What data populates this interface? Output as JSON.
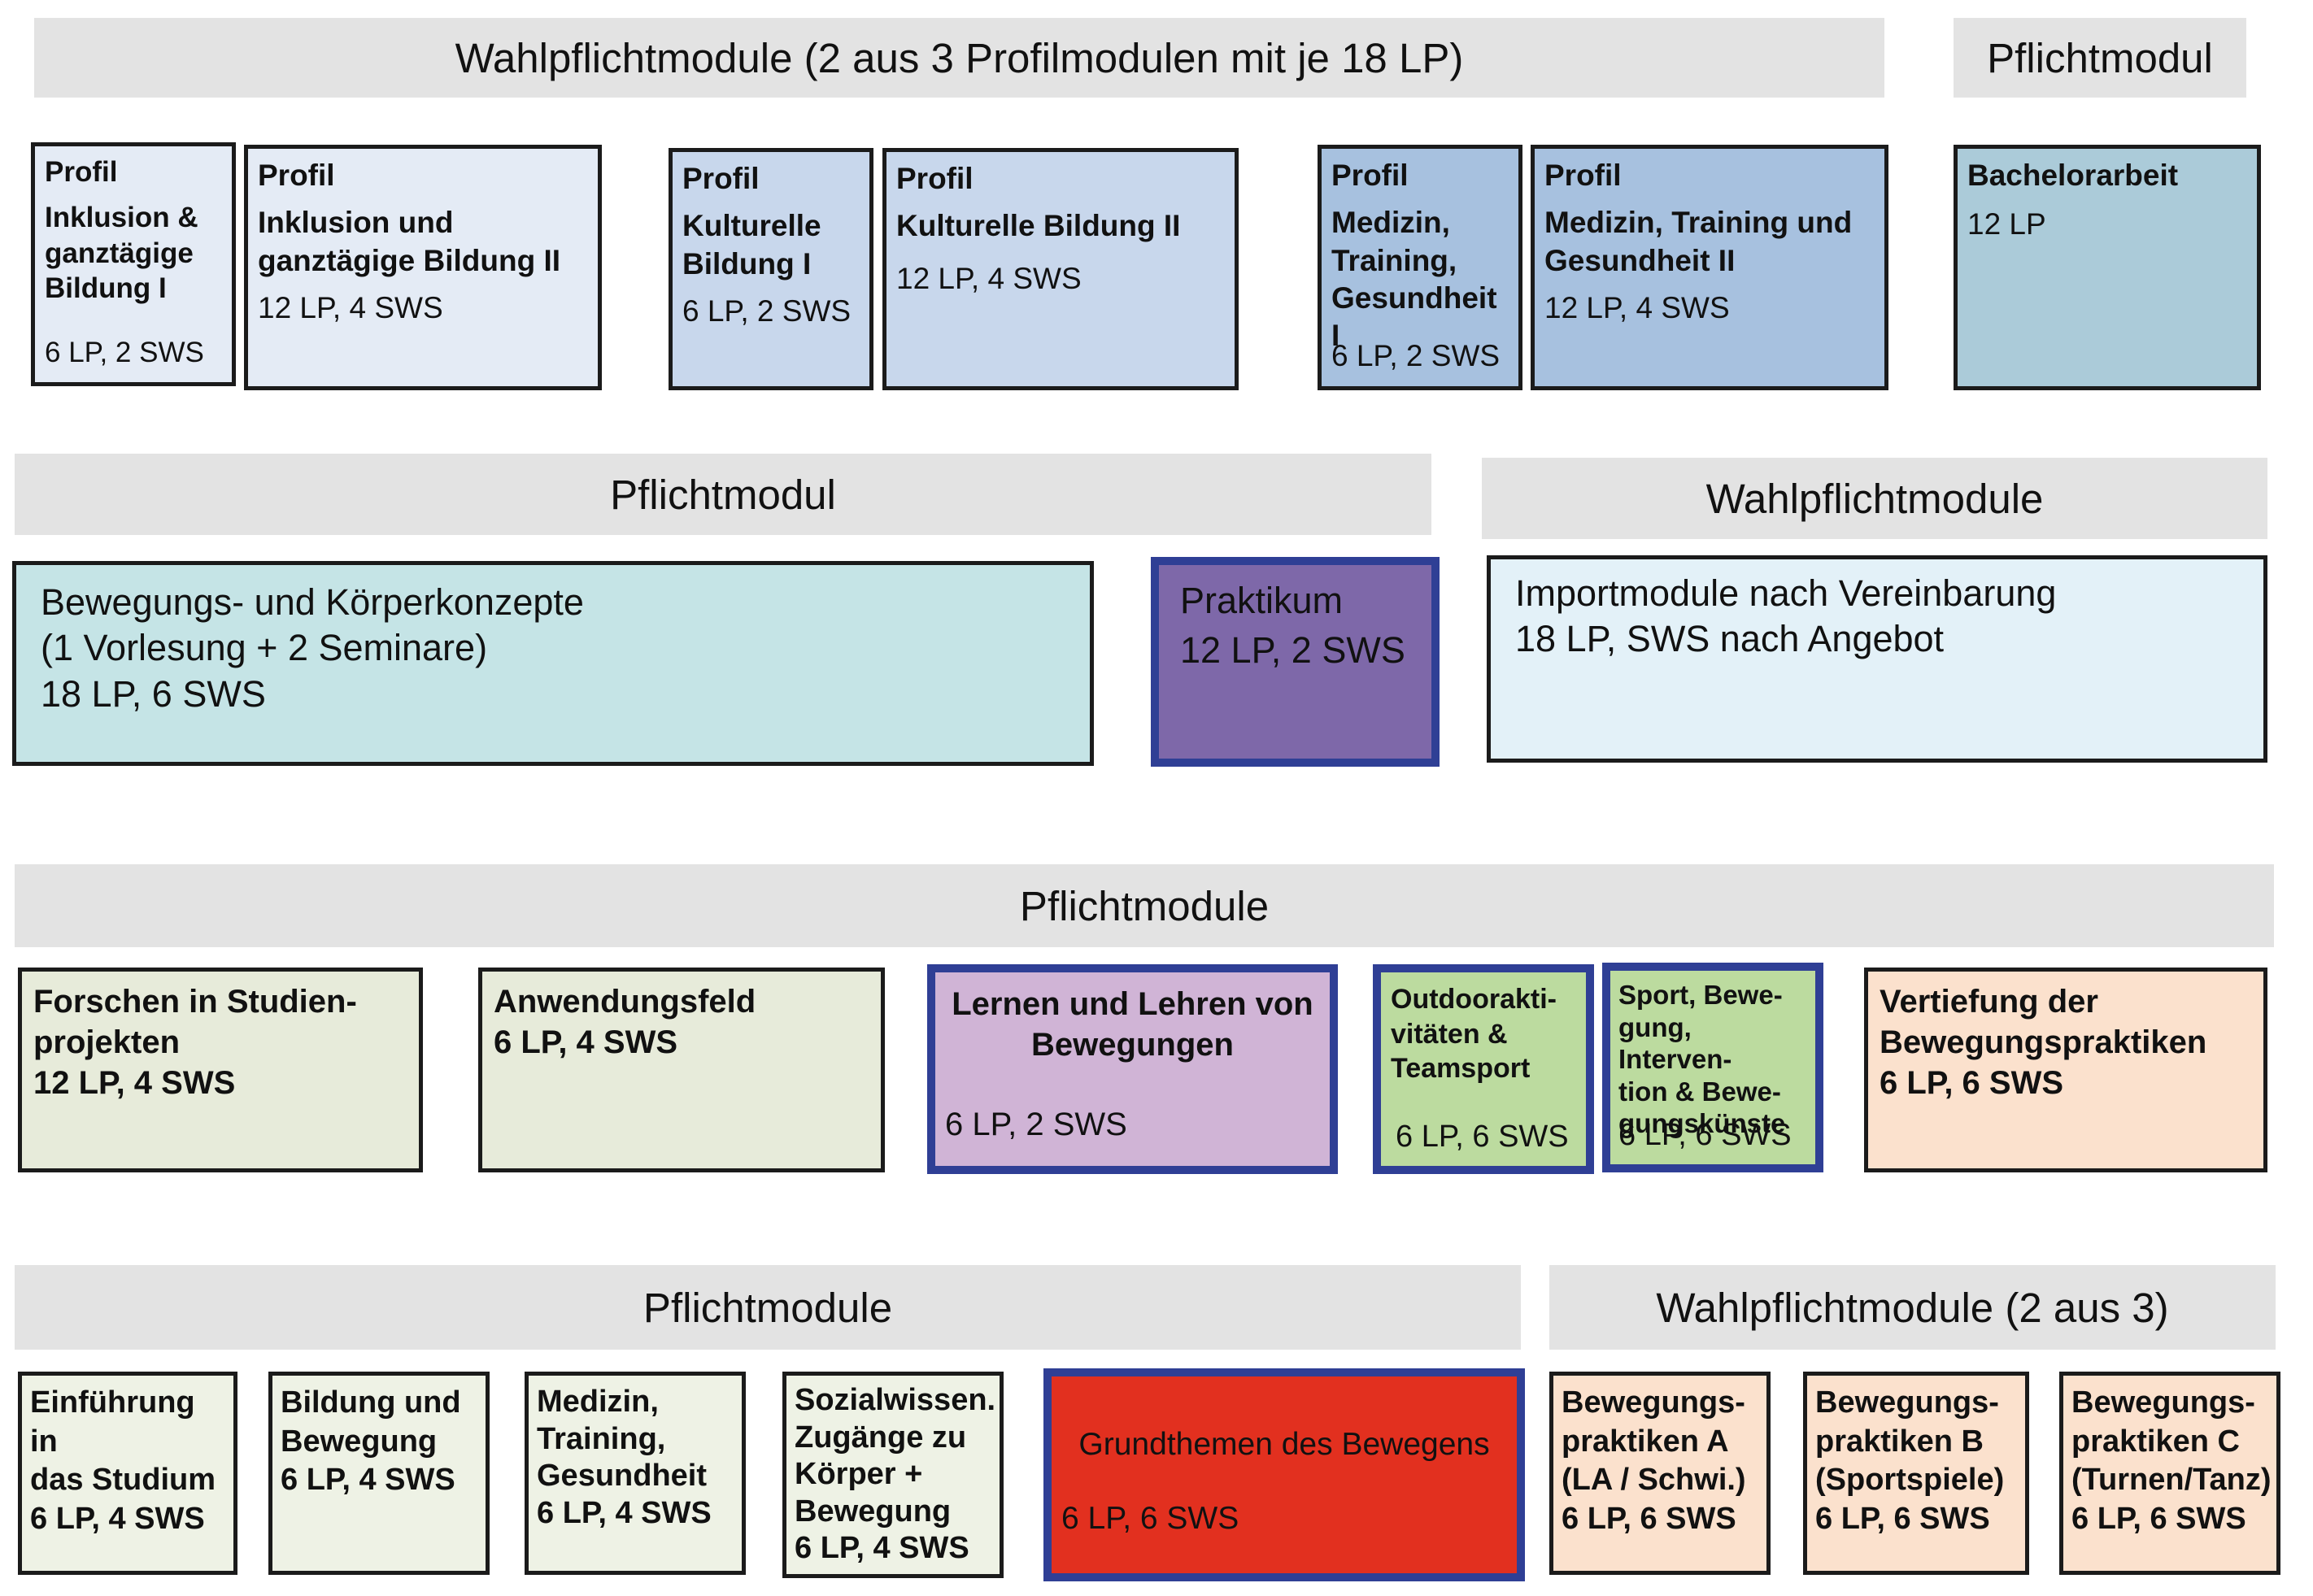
{
  "colors": {
    "header_bg": "#e3e3e3",
    "profil_1": "#e4ebf5",
    "profil_2": "#c8d7ec",
    "profil_3": "#a7c1df",
    "bachelor": "#abcbd9",
    "bewegung": "#c5e4e6",
    "praktikum": "#7e68a9",
    "import": "#e3f1f8",
    "pflicht_mid": "#e7ebda",
    "lernen": "#d0b4d6",
    "green": "#bcdb9f",
    "peach": "#fbe1cd",
    "pflicht_low": "#eef2e5",
    "grundthemen": "#e2301f",
    "thick_border": "#2f3f95"
  },
  "row1": {
    "header_wahl": "Wahlpflichtmodule (2 aus 3 Profilmodulen mit je 18 LP)",
    "header_pflicht": "Pflichtmodul",
    "boxes": [
      {
        "label": "Profil",
        "title": "Inklusion &\nganztägige\nBildung I",
        "meta": "6 LP, 2 SWS"
      },
      {
        "label": "Profil",
        "title": "Inklusion und\nganztägige Bildung II",
        "meta": "12 LP, 4 SWS"
      },
      {
        "label": "Profil",
        "title": "Kulturelle\nBildung I",
        "meta": "6 LP, 2 SWS"
      },
      {
        "label": "Profil",
        "title": "Kulturelle Bildung II",
        "meta": "12 LP, 4 SWS"
      },
      {
        "label": "Profil",
        "title": "Medizin,\nTraining,\nGesundheit I",
        "meta": "6 LP, 2 SWS"
      },
      {
        "label": "Profil",
        "title": "Medizin, Training und\nGesundheit II",
        "meta": "12 LP, 4 SWS"
      },
      {
        "label": "Bachelorarbeit",
        "title": "12 LP",
        "meta": ""
      }
    ]
  },
  "row2": {
    "header_pflicht": "Pflichtmodul",
    "header_wahl": "Wahlpflichtmodule",
    "bewegung": {
      "title": "Bewegungs- und Körperkonzepte\n(1 Vorlesung + 2 Seminare)\n18 LP, 6 SWS"
    },
    "praktikum": {
      "title": "Praktikum\n12 LP,  2 SWS"
    },
    "import": {
      "title": "Importmodule nach Vereinbarung\n18 LP, SWS nach Angebot"
    }
  },
  "row3": {
    "header": "Pflichtmodule",
    "boxes": [
      {
        "title": "Forschen in Studien-\nprojekten\n12 LP, 4 SWS"
      },
      {
        "title": "Anwendungsfeld\n6 LP, 4 SWS"
      },
      {
        "title": "Lernen und Lehren von\nBewegungen",
        "meta": "6 LP, 2 SWS"
      },
      {
        "title": "Outdooraktivitäten &\nTeamsport",
        "title_display": "Outdoorakti-\nvitäten &\nTeamsport",
        "meta": "6 LP,  6 SWS"
      },
      {
        "title_display": "Sport, Bewe-\ngung, Interven-\ntion & Bewe-\ngungskünste",
        "meta": "6 LP,  6 SWS"
      },
      {
        "title": "Vertiefung der\nBewegungspraktiken\n6 LP, 6 SWS"
      }
    ]
  },
  "row4": {
    "header_pflicht": "Pflichtmodule",
    "header_wahl": "Wahlpflichtmodule (2 aus 3)",
    "boxes": [
      {
        "title": "Einführung in\ndas Studium\n6 LP, 4 SWS"
      },
      {
        "title": "Bildung und\nBewegung\n6 LP, 4 SWS"
      },
      {
        "title": "Medizin,\nTraining,\nGesundheit\n6 LP, 4 SWS"
      },
      {
        "title": "Sozialwissen.\nZugänge zu\nKörper +\nBewegung\n6 LP, 4 SWS"
      },
      {
        "title": "Grundthemen des Bewegens",
        "meta": "6 LP, 6 SWS"
      },
      {
        "title": "Bewegungs-\npraktiken A\n(LA / Schwi.)\n6 LP, 6 SWS"
      },
      {
        "title": "Bewegungs-\npraktiken B\n(Sportspiele)\n6 LP, 6 SWS"
      },
      {
        "title": "Bewegungs-\npraktiken C\n(Turnen/Tanz)\n6 LP, 6 SWS"
      }
    ]
  }
}
